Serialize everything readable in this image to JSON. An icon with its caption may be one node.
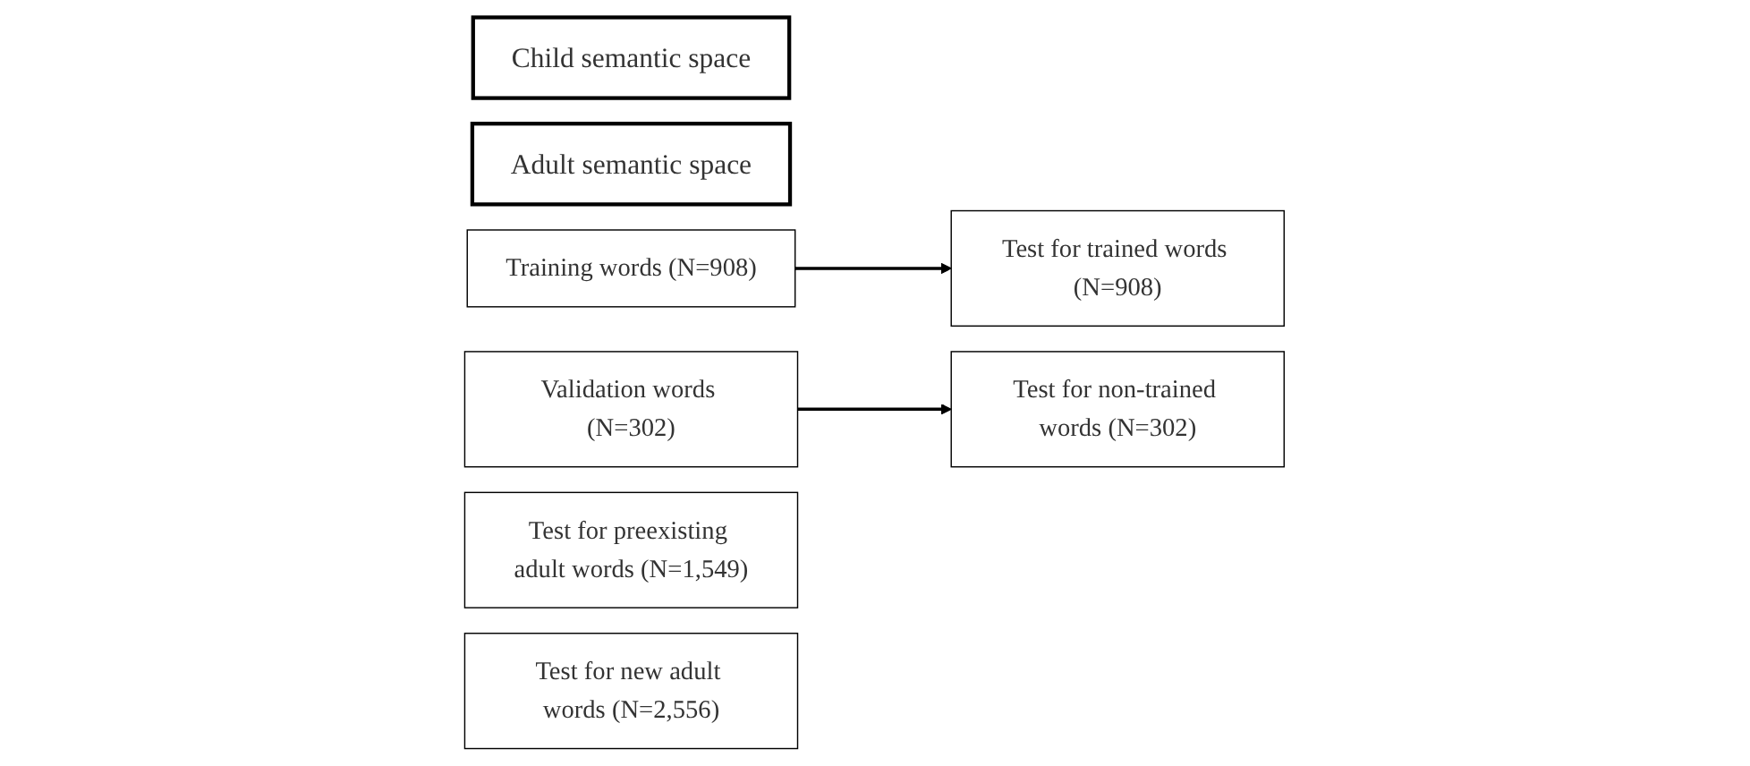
{
  "diagram": {
    "nodes": [
      {
        "text": [
          "Child semantic space"
        ]
      },
      {
        "text": [
          "Adult semantic space"
        ]
      },
      {
        "text": [
          "Training words (N=908)"
        ]
      },
      {
        "text": [
          "Validation words (N=302)"
        ]
      },
      {
        "text": [
          "Test for trained words (N=908)"
        ]
      },
      {
        "text": [
          "Test for non-trained words (N=302)"
        ]
      },
      {
        "text": [
          "Test for preexisting adult words (N=1,549)"
        ]
      },
      {
        "text": [
          "Test for new adult words (N=2,556)"
        ]
      }
    ],
    "edges": [
      {
        "from": 2,
        "to": 4,
        "arrow": "to"
      },
      {
        "from": 3,
        "to": 5,
        "arrow": "to"
      }
    ]
  }
}
